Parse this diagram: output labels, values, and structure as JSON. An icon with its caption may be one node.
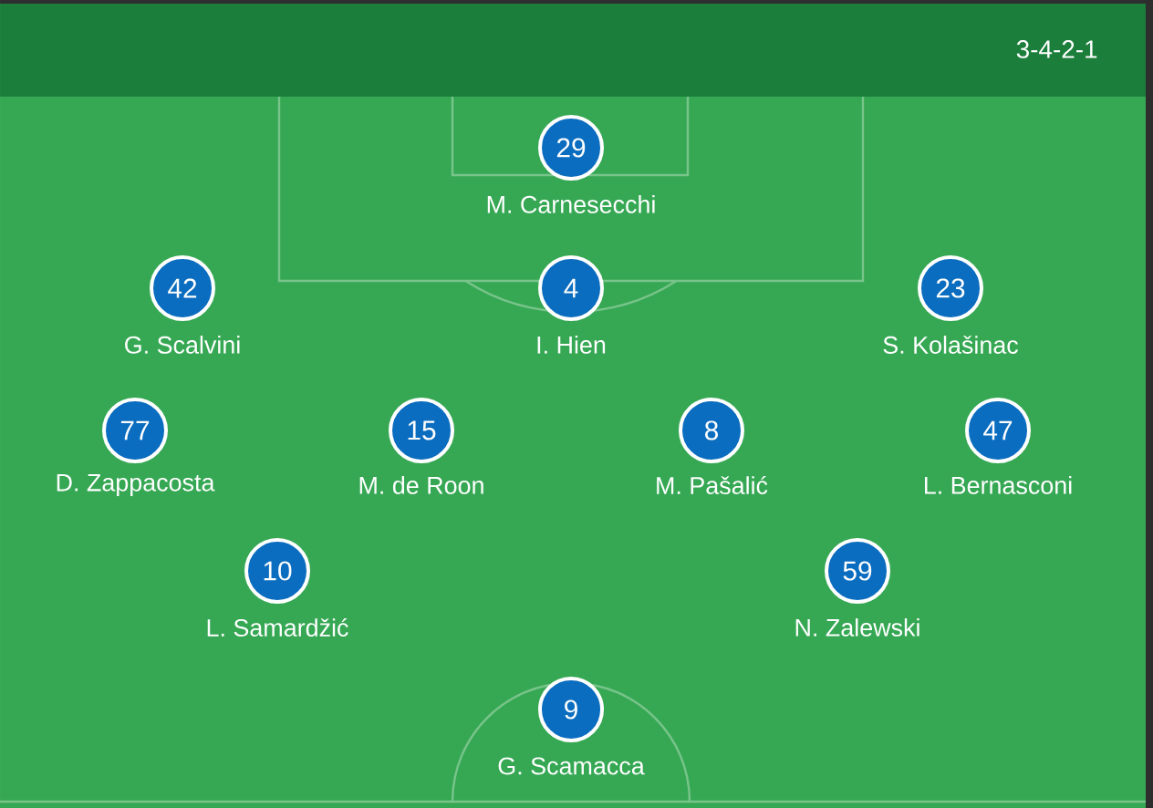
{
  "diagram": {
    "nodes": [
      {
        "text": [
          "29"
        ],
        "beside": [
          "M. Carnesecchi"
        ]
      },
      {
        "text": [
          "42"
        ],
        "beside": [
          "G. Scalvini"
        ]
      },
      {
        "text": [
          "4"
        ],
        "beside": [
          "I. Hien"
        ]
      },
      {
        "text": [
          "23"
        ],
        "beside": [
          "S. Kolašinac"
        ]
      },
      {
        "text": [
          "77"
        ],
        "beside": [
          "D. Zappacosta"
        ]
      },
      {
        "text": [
          "15"
        ],
        "beside": [
          "M. de Roon"
        ]
      },
      {
        "text": [
          "8"
        ],
        "beside": [
          "M. Pašalić"
        ]
      },
      {
        "text": [
          "47"
        ],
        "beside": [
          "L. Bernasconi"
        ]
      },
      {
        "text": [
          "10"
        ],
        "beside": [
          "L. Samardžić"
        ]
      },
      {
        "text": [
          "59"
        ],
        "beside": [
          "N. Zalewski"
        ]
      },
      {
        "text": [
          "9"
        ],
        "beside": [
          "G. Scamacca"
        ]
      }
    ],
    "labels": [
      "3-4-2-1"
    ]
  }
}
